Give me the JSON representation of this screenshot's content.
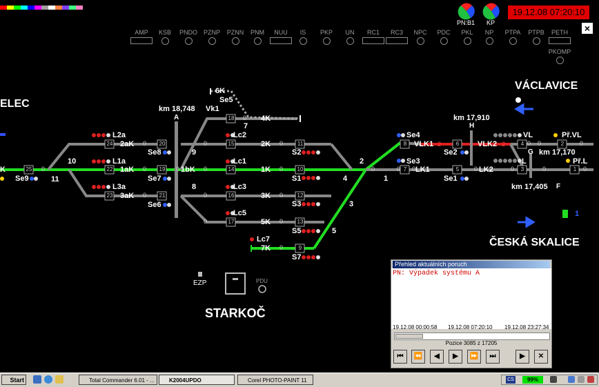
{
  "clock": "19.12.08 07:20:10",
  "header": {
    "pn_label": "PN:B1",
    "kp_label": "KP",
    "close_label": "×"
  },
  "indicators": [
    {
      "label": "AMP",
      "kind": "box"
    },
    {
      "label": "KSB",
      "kind": "led"
    },
    {
      "label": "PNDO",
      "kind": "led"
    },
    {
      "label": "PZNP",
      "kind": "led"
    },
    {
      "label": "PZNN",
      "kind": "led"
    },
    {
      "label": "PNM",
      "kind": "led"
    },
    {
      "label": "NUU",
      "kind": "box"
    },
    {
      "label": "IS",
      "kind": "led"
    },
    {
      "label": "PKP",
      "kind": "led"
    },
    {
      "label": "UN",
      "kind": "led"
    },
    {
      "label": "RC1",
      "kind": "box"
    },
    {
      "label": "RC3",
      "kind": "box"
    },
    {
      "label": "NPC",
      "kind": "led"
    },
    {
      "label": "PDC",
      "kind": "led"
    },
    {
      "label": "PKL",
      "kind": "led"
    },
    {
      "label": "NP",
      "kind": "led"
    },
    {
      "label": "PTPA",
      "kind": "led"
    },
    {
      "label": "PTPB",
      "kind": "led"
    },
    {
      "label": "PETH",
      "kind": "box"
    },
    {
      "label": "PKOMP",
      "kind": "led"
    }
  ],
  "stations": {
    "left": "ELEC",
    "top_right": "VÁCLAVICE",
    "bottom_right": "ČESKÁ SKALICE",
    "main": "STARKOČ"
  },
  "km": {
    "a": "km 18,748",
    "h": "km 17,910",
    "g": "km 17,170",
    "f": "km 17,405"
  },
  "letters": {
    "a": "A",
    "h": "H",
    "g": "G",
    "f": "F"
  },
  "tracks": {
    "l2a": "L2a",
    "l1a": "L1a",
    "l3a": "L3a",
    "lc2": "Lc2",
    "lc1": "Lc1",
    "lc3": "Lc3",
    "lc5": "Lc5",
    "lc7": "Lc7",
    "t2ak": "2aK",
    "t1ak": "1aK",
    "t3ak": "3aK",
    "t2k": "2K",
    "t1k": "1K",
    "t3k": "3K",
    "t5k": "5K",
    "t7k": "7K",
    "t1bk": "1bK",
    "t6k": "6K",
    "t4k": "4K",
    "vk1": "Vk1",
    "k": "K",
    "se9": "Se9",
    "se8": "Se8",
    "se7": "Se7",
    "se6": "Se6",
    "se5": "Se5",
    "s2": "S2",
    "s1": "S1",
    "s3": "S3",
    "s5": "S5",
    "s7": "S7",
    "se4": "Se4",
    "se3": "Se3",
    "se2": "Se2",
    "se1": "Se1",
    "vlk1": "VLK1",
    "vlk2": "VLK2",
    "lk1": "LK1",
    "lk2": "LK2",
    "vl": "VL",
    "l": "L",
    "prvl": "Př.VL",
    "prl": "Př.L"
  },
  "numbers": {
    "n10": "10",
    "n11": "11",
    "n9": "9",
    "n8": "8",
    "n7": "7",
    "n2": "2",
    "n4": "4",
    "n1": "1",
    "n3": "3",
    "n5": "5",
    "b25": "25",
    "b24": "24",
    "b22": "22",
    "b23": "23",
    "b20": "20",
    "b19": "19",
    "b21": "21",
    "b18": "18",
    "b15": "15",
    "b14": "14",
    "b16": "16",
    "b17": "17",
    "b11": "11",
    "b10": "10",
    "b12": "12",
    "b13": "13",
    "b9": "9",
    "b8": "8",
    "b7": "7",
    "b6": "6",
    "b5": "5",
    "b4": "4",
    "b3": "3",
    "b2": "2",
    "b1": "1",
    "z": "0",
    "r2": "2",
    "g1": "1"
  },
  "ezp": "EZP",
  "pdu": "PDU",
  "faults": {
    "title": "Přehled aktuálních poruch",
    "message": "PN: Výpadek systému A",
    "t_start": "19.12.08 00:00:58",
    "t_mid": "19.12.08 07:20:10",
    "t_end": "19.12.08 23:27:34",
    "position": "Pozice 3085 z 17205",
    "slider_value": 0.18,
    "buttons": [
      "⏮",
      "⏪",
      "◀",
      "▶",
      "⏩",
      "⏭",
      "▶",
      "✕"
    ]
  },
  "taskbar": {
    "start": "Start",
    "tasks": [
      "Total Commander 6.01 - ...",
      "K2004UPDO",
      "Corel PHOTO-PAINT 11"
    ],
    "lang": "CS",
    "battery": "99%"
  }
}
